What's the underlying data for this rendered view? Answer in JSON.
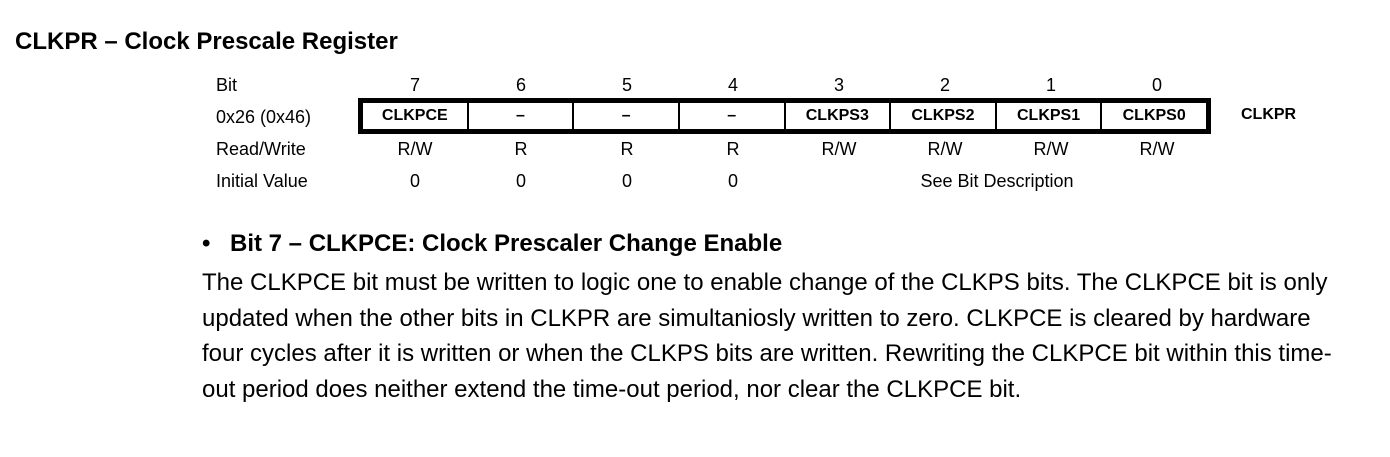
{
  "title": "CLKPR – Clock Prescale Register",
  "register": {
    "bit_label": "Bit",
    "address_label": "0x26 (0x46)",
    "rw_label": "Read/Write",
    "initial_label": "Initial Value",
    "name": "CLKPR",
    "bit_numbers": [
      "7",
      "6",
      "5",
      "4",
      "3",
      "2",
      "1",
      "0"
    ],
    "bit_names": [
      "CLKPCE",
      "–",
      "–",
      "–",
      "CLKPS3",
      "CLKPS2",
      "CLKPS1",
      "CLKPS0"
    ],
    "read_write": [
      "R/W",
      "R",
      "R",
      "R",
      "R/W",
      "R/W",
      "R/W",
      "R/W"
    ],
    "initial_values": [
      "0",
      "0",
      "0",
      "0"
    ],
    "see_description": "See Bit Description"
  },
  "section": {
    "bullet": "•",
    "heading": "Bit 7 – CLKPCE: Clock Prescaler Change Enable",
    "body": "The CLKPCE bit must be written to logic one to enable change of the CLKPS bits. The CLKPCE bit is only updated when the other bits in CLKPR are simultaniosly written to zero. CLKPCE is cleared by hardware four cycles after it is written or when the CLKPS bits are written. Rewriting the CLKPCE bit within this time-out period does neither extend the time-out period, nor clear the CLKPCE bit."
  }
}
